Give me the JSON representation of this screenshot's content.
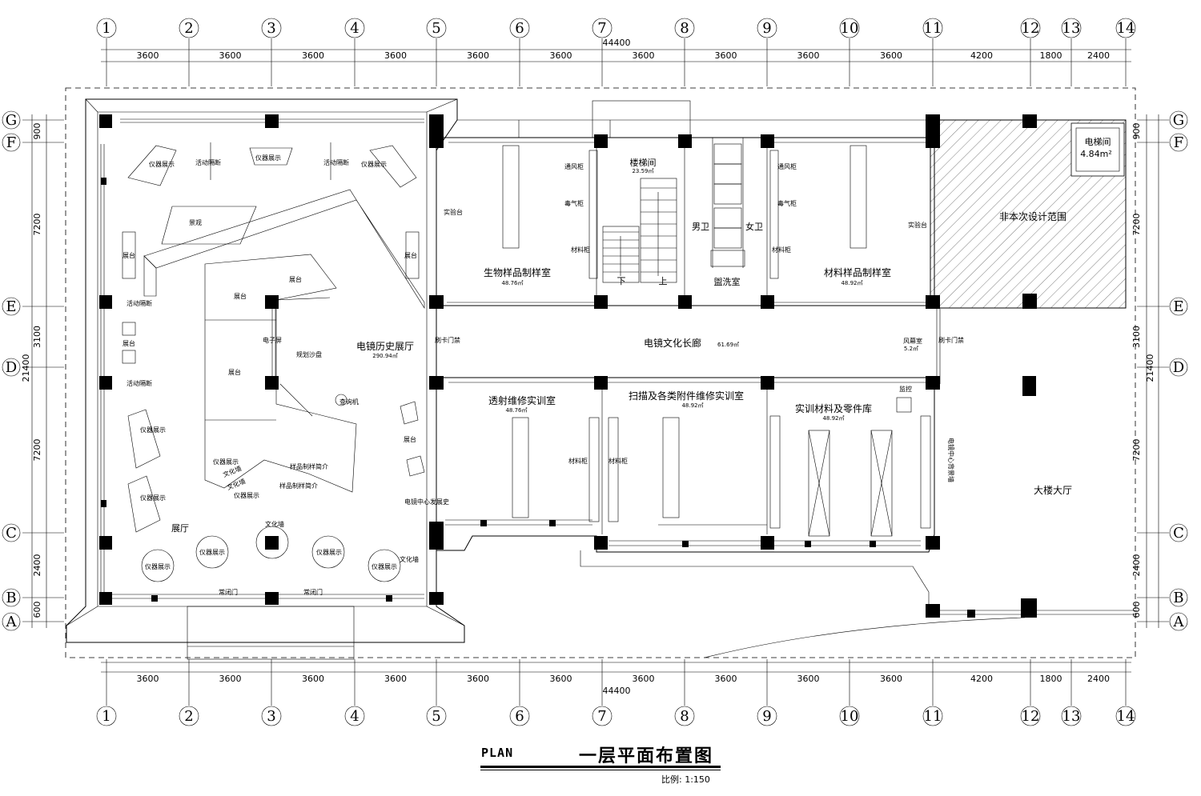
{
  "axes": {
    "columns": [
      "1",
      "2",
      "3",
      "4",
      "5",
      "6",
      "7",
      "8",
      "9",
      "10",
      "11",
      "12",
      "13",
      "14"
    ],
    "rows": [
      "G",
      "F",
      "E",
      "D",
      "C",
      "B",
      "A"
    ]
  },
  "dimensions": {
    "horizontal": [
      "3600",
      "3600",
      "3600",
      "3600",
      "3600",
      "3600",
      "3600",
      "3600",
      "3600",
      "3600",
      "4200",
      "1800",
      "2400"
    ],
    "total_horizontal": "44400",
    "vertical": [
      "900",
      "7200",
      "3100",
      "7200",
      "2400",
      "600"
    ],
    "total_vertical": "21400"
  },
  "rooms": {
    "exhibit_hall": "展厅",
    "history_hall": "电镜历史展厅",
    "history_hall_area": "290.94㎡",
    "bio_lab": "生物样品制样室",
    "bio_lab_area": "48.76㎡",
    "stair": "楼梯间",
    "stair_area": "23.59㎡",
    "men_wc": "男卫",
    "women_wc": "女卫",
    "wash": "盥洗室",
    "material_lab": "材料样品制样室",
    "material_lab_area": "48.92㎡",
    "out_of_scope": "非本次设计范围",
    "elevator": "电梯间",
    "elevator_area": "4.84m²",
    "corridor": "电镜文化长廊",
    "corridor_area": "61.69㎡",
    "air_lock": "风幕室",
    "air_lock_area": "5.2㎡",
    "tem_repair": "透射维修实训室",
    "tem_repair_area": "48.76㎡",
    "scan_repair": "扫描及各类附件维修实训室",
    "scan_repair_area": "48.92㎡",
    "parts_store": "实训材料及零件库",
    "parts_store_area": "48.92㎡",
    "lobby": "大楼大厅"
  },
  "labels": {
    "instrument": "仪器展示",
    "movable_partition": "活动隔断",
    "landscape": "景观",
    "stand": "展台",
    "screen": "电子屏",
    "sand_table": "规划沙盘",
    "kiosk": "查询机",
    "sample_intro": "样品制样简介",
    "culture_wall": "文化墙",
    "normally_closed_door": "常闭门",
    "center_history": "电镜中心发展史",
    "card_access": "刷卡门禁",
    "lab_bench": "实验台",
    "fume_hood": "通风柜",
    "poison_cabinet": "毒气柜",
    "material_cabinet": "材料柜",
    "down": "下",
    "up": "上",
    "monitor": "监控",
    "backdrop": "电镜中心背景墙"
  },
  "title": {
    "plan": "PLAN",
    "main": "一层平面布置图",
    "scale": "比例: 1:150"
  }
}
